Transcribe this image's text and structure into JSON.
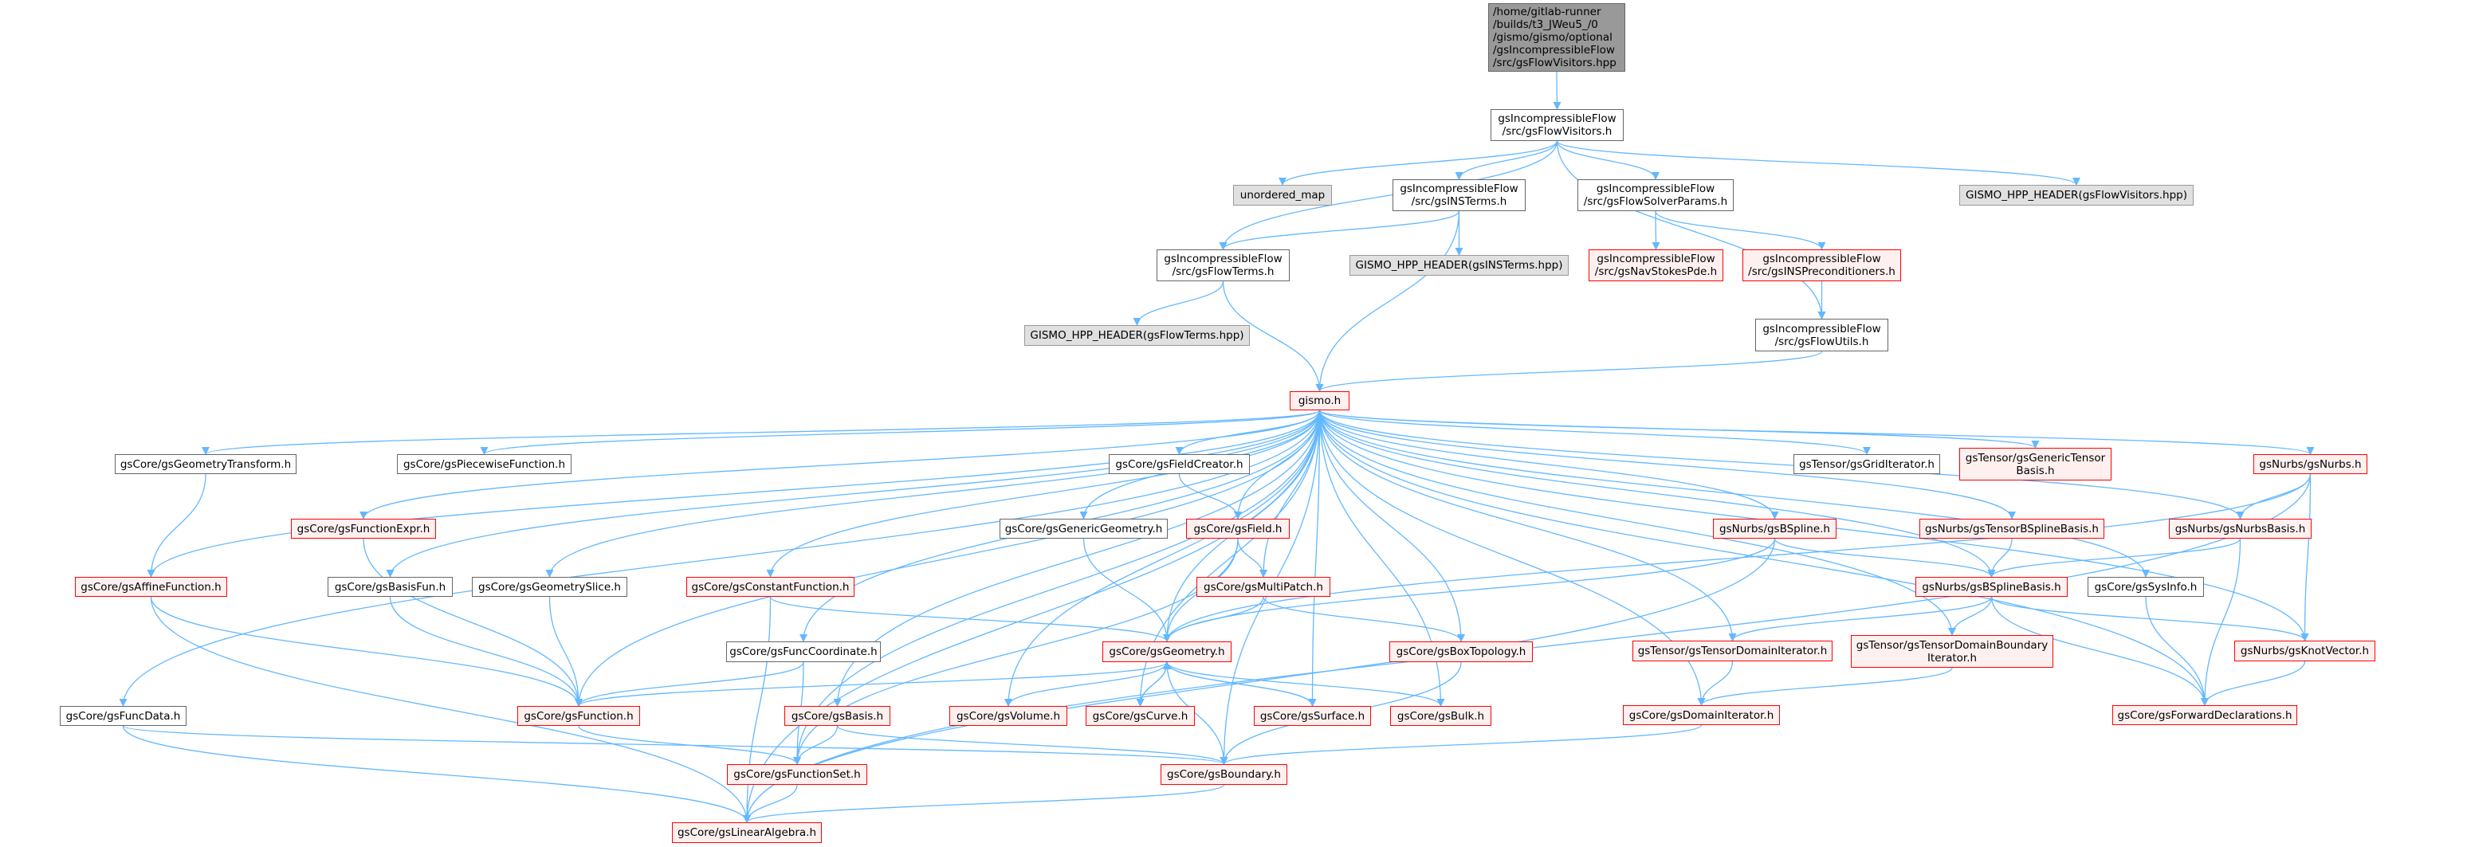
{
  "colors": {
    "edge": "#63b8ff",
    "root_fill": "#999999",
    "red_border": "#ff0000",
    "red_fill": "#fff0f0",
    "gray_fill": "#e0e0e0"
  },
  "nodes": [
    {
      "id": "root",
      "label": "/home/gitlab-runner\n/builds/t3_JWeu5_/0\n/gismo/gismo/optional\n/gsIncompressibleFlow\n/src/gsFlowVisitors.hpp",
      "style": "root"
    },
    {
      "id": "fv",
      "label": "gsIncompressibleFlow\n/src/gsFlowVisitors.h",
      "style": "normal"
    },
    {
      "id": "umap",
      "label": "unordered_map",
      "style": "gray"
    },
    {
      "id": "ins",
      "label": "gsIncompressibleFlow\n/src/gsINSTerms.h",
      "style": "normal"
    },
    {
      "id": "fsp",
      "label": "gsIncompressibleFlow\n/src/gsFlowSolverParams.h",
      "style": "normal"
    },
    {
      "id": "ghfv",
      "label": "GISMO_HPP_HEADER(gsFlowVisitors.hpp)",
      "style": "gray"
    },
    {
      "id": "ft",
      "label": "gsIncompressibleFlow\n/src/gsFlowTerms.h",
      "style": "normal"
    },
    {
      "id": "ghins",
      "label": "GISMO_HPP_HEADER(gsINSTerms.hpp)",
      "style": "gray"
    },
    {
      "id": "nsp",
      "label": "gsIncompressibleFlow\n/src/gsNavStokesPde.h",
      "style": "red"
    },
    {
      "id": "insp",
      "label": "gsIncompressibleFlow\n/src/gsINSPreconditioners.h",
      "style": "red"
    },
    {
      "id": "ghft",
      "label": "GISMO_HPP_HEADER(gsFlowTerms.hpp)",
      "style": "gray"
    },
    {
      "id": "fu",
      "label": "gsIncompressibleFlow\n/src/gsFlowUtils.h",
      "style": "normal"
    },
    {
      "id": "gismo",
      "label": "gismo.h",
      "style": "red"
    },
    {
      "id": "gtr",
      "label": "gsCore/gsGeometryTransform.h",
      "style": "normal"
    },
    {
      "id": "pwf",
      "label": "gsCore/gsPiecewiseFunction.h",
      "style": "normal"
    },
    {
      "id": "fcr",
      "label": "gsCore/gsFieldCreator.h",
      "style": "normal"
    },
    {
      "id": "grid",
      "label": "gsTensor/gsGridIterator.h",
      "style": "normal"
    },
    {
      "id": "gtb",
      "label": "gsTensor/gsGenericTensor\nBasis.h",
      "style": "red"
    },
    {
      "id": "nurbs",
      "label": "gsNurbs/gsNurbs.h",
      "style": "red"
    },
    {
      "id": "fexpr",
      "label": "gsCore/gsFunctionExpr.h",
      "style": "red"
    },
    {
      "id": "gengeo",
      "label": "gsCore/gsGenericGeometry.h",
      "style": "normal"
    },
    {
      "id": "field",
      "label": "gsCore/gsField.h",
      "style": "red"
    },
    {
      "id": "bspl",
      "label": "gsNurbs/gsBSpline.h",
      "style": "red"
    },
    {
      "id": "tbsb",
      "label": "gsNurbs/gsTensorBSplineBasis.h",
      "style": "red"
    },
    {
      "id": "nb",
      "label": "gsNurbs/gsNurbsBasis.h",
      "style": "red"
    },
    {
      "id": "aff",
      "label": "gsCore/gsAffineFunction.h",
      "style": "red"
    },
    {
      "id": "bfun",
      "label": "gsCore/gsBasisFun.h",
      "style": "normal"
    },
    {
      "id": "gsl",
      "label": "gsCore/gsGeometrySlice.h",
      "style": "normal"
    },
    {
      "id": "cf",
      "label": "gsCore/gsConstantFunction.h",
      "style": "red"
    },
    {
      "id": "mp",
      "label": "gsCore/gsMultiPatch.h",
      "style": "red"
    },
    {
      "id": "bsb",
      "label": "gsNurbs/gsBSplineBasis.h",
      "style": "red"
    },
    {
      "id": "sys",
      "label": "gsCore/gsSysInfo.h",
      "style": "normal"
    },
    {
      "id": "fco",
      "label": "gsCore/gsFuncCoordinate.h",
      "style": "normal"
    },
    {
      "id": "geo",
      "label": "gsCore/gsGeometry.h",
      "style": "red"
    },
    {
      "id": "boxt",
      "label": "gsCore/gsBoxTopology.h",
      "style": "red"
    },
    {
      "id": "tdi",
      "label": "gsTensor/gsTensorDomainIterator.h",
      "style": "red"
    },
    {
      "id": "tdbi",
      "label": "gsTensor/gsTensorDomainBoundary\nIterator.h",
      "style": "red"
    },
    {
      "id": "kv",
      "label": "gsNurbs/gsKnotVector.h",
      "style": "red"
    },
    {
      "id": "fdata",
      "label": "gsCore/gsFuncData.h",
      "style": "normal"
    },
    {
      "id": "func",
      "label": "gsCore/gsFunction.h",
      "style": "red"
    },
    {
      "id": "basis",
      "label": "gsCore/gsBasis.h",
      "style": "red"
    },
    {
      "id": "vol",
      "label": "gsCore/gsVolume.h",
      "style": "red"
    },
    {
      "id": "curve",
      "label": "gsCore/gsCurve.h",
      "style": "red"
    },
    {
      "id": "surf",
      "label": "gsCore/gsSurface.h",
      "style": "red"
    },
    {
      "id": "bulk",
      "label": "gsCore/gsBulk.h",
      "style": "red"
    },
    {
      "id": "di",
      "label": "gsCore/gsDomainIterator.h",
      "style": "red"
    },
    {
      "id": "fwd",
      "label": "gsCore/gsForwardDeclarations.h",
      "style": "red"
    },
    {
      "id": "fset",
      "label": "gsCore/gsFunctionSet.h",
      "style": "red"
    },
    {
      "id": "bnd",
      "label": "gsCore/gsBoundary.h",
      "style": "red"
    },
    {
      "id": "la",
      "label": "gsCore/gsLinearAlgebra.h",
      "style": "red"
    }
  ],
  "edges": [
    [
      "root",
      "fv"
    ],
    [
      "fv",
      "umap"
    ],
    [
      "fv",
      "ins"
    ],
    [
      "fv",
      "fsp"
    ],
    [
      "fv",
      "ghfv"
    ],
    [
      "fv",
      "ft"
    ],
    [
      "fv",
      "fu"
    ],
    [
      "ins",
      "ft"
    ],
    [
      "ins",
      "ghins"
    ],
    [
      "ins",
      "gismo"
    ],
    [
      "fsp",
      "nsp"
    ],
    [
      "fsp",
      "insp"
    ],
    [
      "insp",
      "fu"
    ],
    [
      "ft",
      "ghft"
    ],
    [
      "ft",
      "gismo"
    ],
    [
      "fu",
      "gismo"
    ],
    [
      "gismo",
      "gtr"
    ],
    [
      "gismo",
      "pwf"
    ],
    [
      "gismo",
      "fexpr"
    ],
    [
      "gismo",
      "aff"
    ],
    [
      "gismo",
      "bfun"
    ],
    [
      "gismo",
      "gsl"
    ],
    [
      "gismo",
      "cf"
    ],
    [
      "gismo",
      "fco"
    ],
    [
      "gismo",
      "fdata"
    ],
    [
      "gismo",
      "func"
    ],
    [
      "gismo",
      "fset"
    ],
    [
      "gismo",
      "la"
    ],
    [
      "gismo",
      "basis"
    ],
    [
      "gismo",
      "vol"
    ],
    [
      "gismo",
      "curve"
    ],
    [
      "gismo",
      "gengeo"
    ],
    [
      "gismo",
      "fcr"
    ],
    [
      "gismo",
      "field"
    ],
    [
      "gismo",
      "mp"
    ],
    [
      "gismo",
      "geo"
    ],
    [
      "gismo",
      "surf"
    ],
    [
      "gismo",
      "bulk"
    ],
    [
      "gismo",
      "boxt"
    ],
    [
      "gismo",
      "bnd"
    ],
    [
      "gismo",
      "di"
    ],
    [
      "gismo",
      "tdi"
    ],
    [
      "gismo",
      "tdbi"
    ],
    [
      "gismo",
      "bspl"
    ],
    [
      "gismo",
      "bsb"
    ],
    [
      "gismo",
      "grid"
    ],
    [
      "gismo",
      "gtb"
    ],
    [
      "gismo",
      "tbsb"
    ],
    [
      "gismo",
      "sys"
    ],
    [
      "gismo",
      "nb"
    ],
    [
      "gismo",
      "nurbs"
    ],
    [
      "gismo",
      "kv"
    ],
    [
      "gismo",
      "fwd"
    ],
    [
      "gtr",
      "aff"
    ],
    [
      "fexpr",
      "func"
    ],
    [
      "aff",
      "func"
    ],
    [
      "aff",
      "la"
    ],
    [
      "bfun",
      "func"
    ],
    [
      "gsl",
      "func"
    ],
    [
      "cf",
      "geo"
    ],
    [
      "cf",
      "la"
    ],
    [
      "fco",
      "func"
    ],
    [
      "fco",
      "fset"
    ],
    [
      "fdata",
      "bnd"
    ],
    [
      "fdata",
      "la"
    ],
    [
      "func",
      "fset"
    ],
    [
      "basis",
      "fset"
    ],
    [
      "basis",
      "bnd"
    ],
    [
      "fset",
      "la"
    ],
    [
      "fcr",
      "field"
    ],
    [
      "field",
      "mp"
    ],
    [
      "field",
      "geo"
    ],
    [
      "field",
      "fset"
    ],
    [
      "gengeo",
      "geo"
    ],
    [
      "mp",
      "geo"
    ],
    [
      "mp",
      "boxt"
    ],
    [
      "geo",
      "func"
    ],
    [
      "geo",
      "vol"
    ],
    [
      "geo",
      "curve"
    ],
    [
      "geo",
      "surf"
    ],
    [
      "geo",
      "bulk"
    ],
    [
      "geo",
      "bnd"
    ],
    [
      "curve",
      "geo"
    ],
    [
      "surf",
      "geo"
    ],
    [
      "boxt",
      "bnd"
    ],
    [
      "bnd",
      "la"
    ],
    [
      "di",
      "bnd"
    ],
    [
      "nurbs",
      "geo"
    ],
    [
      "nurbs",
      "nb"
    ],
    [
      "nurbs",
      "kv"
    ],
    [
      "nurbs",
      "la"
    ],
    [
      "bspl",
      "geo"
    ],
    [
      "bspl",
      "bsb"
    ],
    [
      "bspl",
      "la"
    ],
    [
      "tbsb",
      "bsb"
    ],
    [
      "nb",
      "bsb"
    ],
    [
      "nb",
      "fwd"
    ],
    [
      "bsb",
      "tdi"
    ],
    [
      "bsb",
      "tdbi"
    ],
    [
      "bsb",
      "fwd"
    ],
    [
      "bsb",
      "kv"
    ],
    [
      "sys",
      "fwd"
    ],
    [
      "kv",
      "fwd"
    ],
    [
      "tdi",
      "di"
    ],
    [
      "tdbi",
      "di"
    ]
  ]
}
